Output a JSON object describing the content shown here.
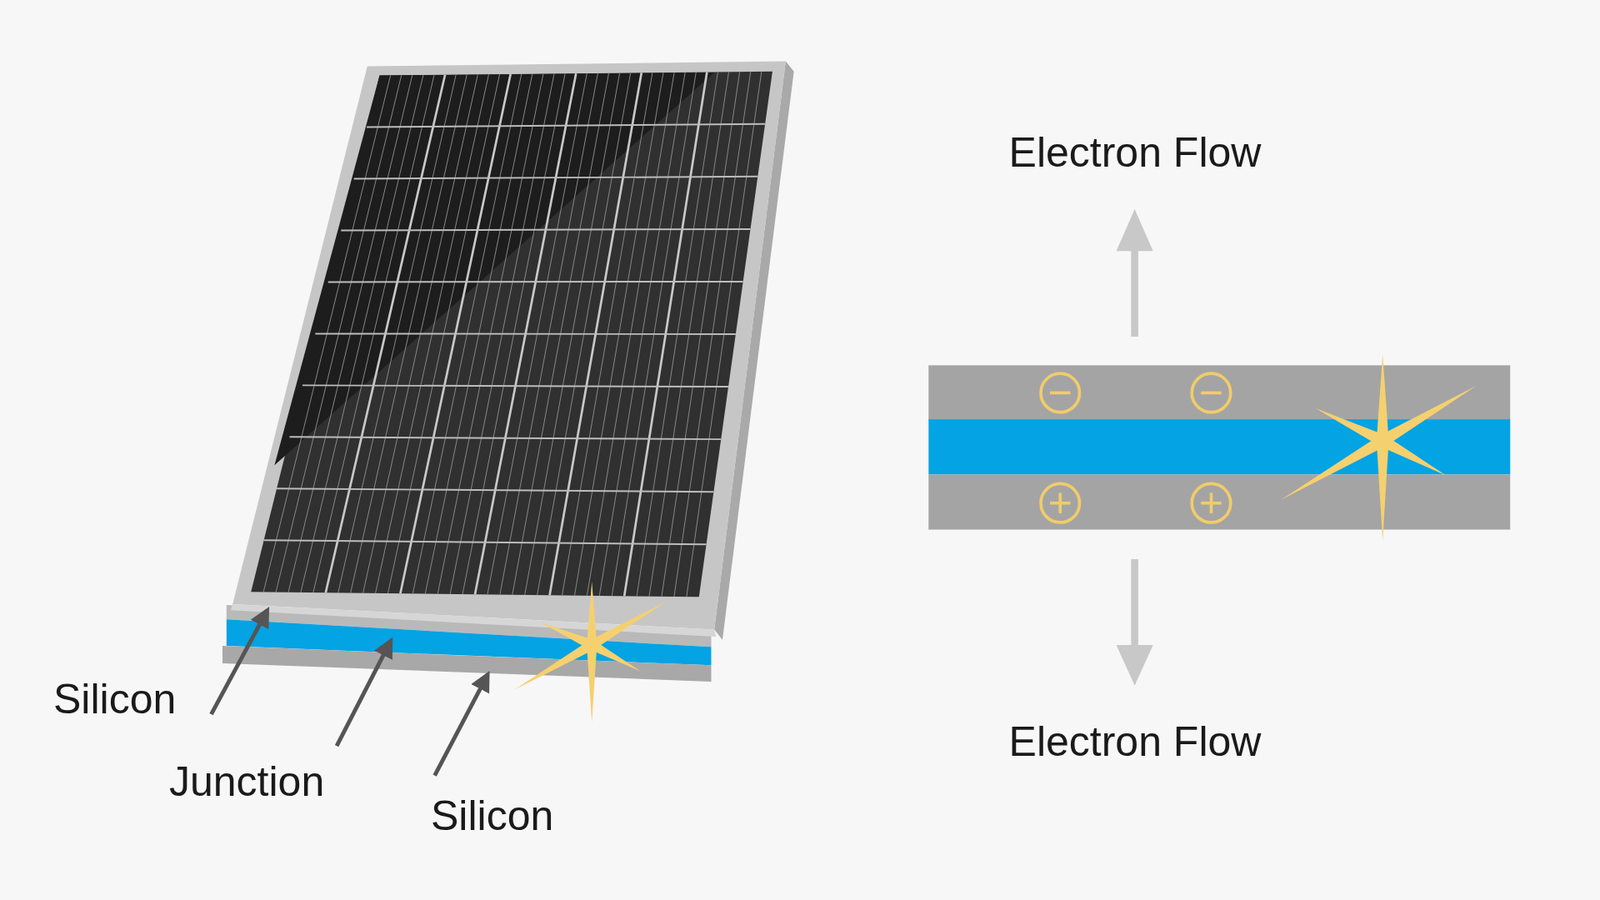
{
  "diagram": {
    "labels": [
      "Silicon",
      "Junction",
      "Silicon",
      "Electron Flow",
      "Electron Flow"
    ]
  }
}
